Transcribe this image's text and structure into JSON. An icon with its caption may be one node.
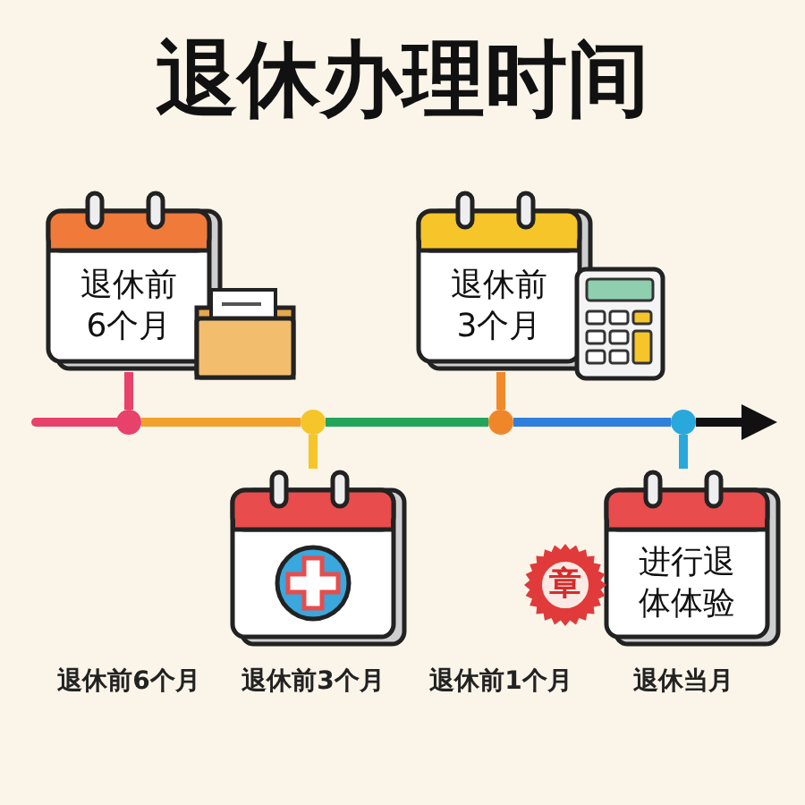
{
  "diagram": {
    "title": "退休办理时间",
    "nodes": [
      {
        "text": [
          "退休前6个月"
        ]
      },
      {
        "text": [
          "退休前3个月"
        ]
      },
      {
        "text": [],
        "shape": "circle"
      },
      {
        "text": [],
        "shape": "circle"
      },
      {
        "text": [],
        "shape": "circle"
      },
      {
        "text": [],
        "shape": "circle"
      },
      {
        "text": [],
        "shape": "calendar"
      },
      {
        "text": [
          "章"
        ]
      },
      {
        "text": [
          "进行退体体验"
        ]
      }
    ],
    "edges": [
      {
        "from": 0,
        "to": 2,
        "arrow": "none",
        "color": "#e8416a"
      },
      {
        "from": 1,
        "to": 4,
        "arrow": "none",
        "color": "#f08a2a"
      },
      {
        "from": 6,
        "to": 3,
        "arrow": "none",
        "color": "#f5c52a"
      },
      {
        "from": 8,
        "to": 5,
        "arrow": "none",
        "color": "#29a8dc"
      },
      {
        "from": null,
        "to": 2,
        "arrow": "none",
        "color": "#e8416a"
      },
      {
        "from": 2,
        "to": 3,
        "arrow": "none",
        "color": "#f2a12c"
      },
      {
        "from": 3,
        "to": 4,
        "arrow": "none",
        "color": "#22a55a"
      },
      {
        "from": 4,
        "to": 5,
        "arrow": "none",
        "color": "#2f7fdc"
      },
      {
        "from": 5,
        "to": null,
        "arrow": "to",
        "color": "#111111"
      }
    ],
    "labels": [
      "退休前6个月",
      "退休前3个月",
      "退休前1个月",
      "退休当月"
    ]
  }
}
